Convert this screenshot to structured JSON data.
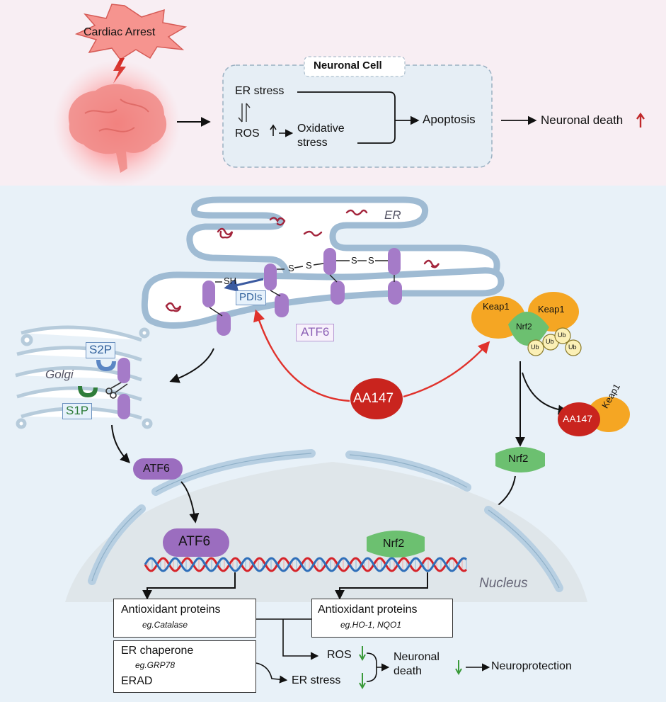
{
  "top": {
    "trigger": "Cardiac Arrest",
    "panel_title": "Neuronal Cell",
    "er_stress": "ER stress",
    "ros": "ROS",
    "oxidative_stress": "Oxidative\nstress",
    "apoptosis": "Apoptosis",
    "neuronal_death": "Neuronal death"
  },
  "cell": {
    "er": "ER",
    "sh": "SH",
    "s": "S",
    "pdis": "PDIs",
    "atf6_box": "ATF6",
    "golgi": "Golgi",
    "s2p": "S2P",
    "s1p": "S1P",
    "atf6": "ATF6",
    "aa147": "AA147",
    "keap1": "Keap1",
    "nrf2": "Nrf2",
    "ub": "Ub",
    "nucleus": "Nucleus"
  },
  "outputs": {
    "left_title": "Antioxidant proteins",
    "left_example": "eg.Catalase",
    "right_title": "Antioxidant proteins",
    "right_example": "eg.HO-1, NQO1",
    "chaperone_title": "ER chaperone",
    "chaperone_example": "eg.GRP78",
    "erad": "ERAD",
    "ros": "ROS",
    "er_stress": "ER stress",
    "neuronal_death": "Neuronal\ndeath",
    "neuroprotection": "Neuroprotection"
  },
  "colors": {
    "top_bg": "#f8eef3",
    "bottom_bg": "#e8f1f8",
    "membrane": "#9fbbd3",
    "atf6_purple": "#9b6dbf",
    "nrf2_green": "#6cc070",
    "keap1_orange": "#f5a623",
    "aa147_red": "#c9241e",
    "dna_red": "#d6242a",
    "dna_blue": "#2f6fba",
    "down_arrow_green": "#3a9a3a",
    "up_arrow_red": "#c0282a"
  }
}
